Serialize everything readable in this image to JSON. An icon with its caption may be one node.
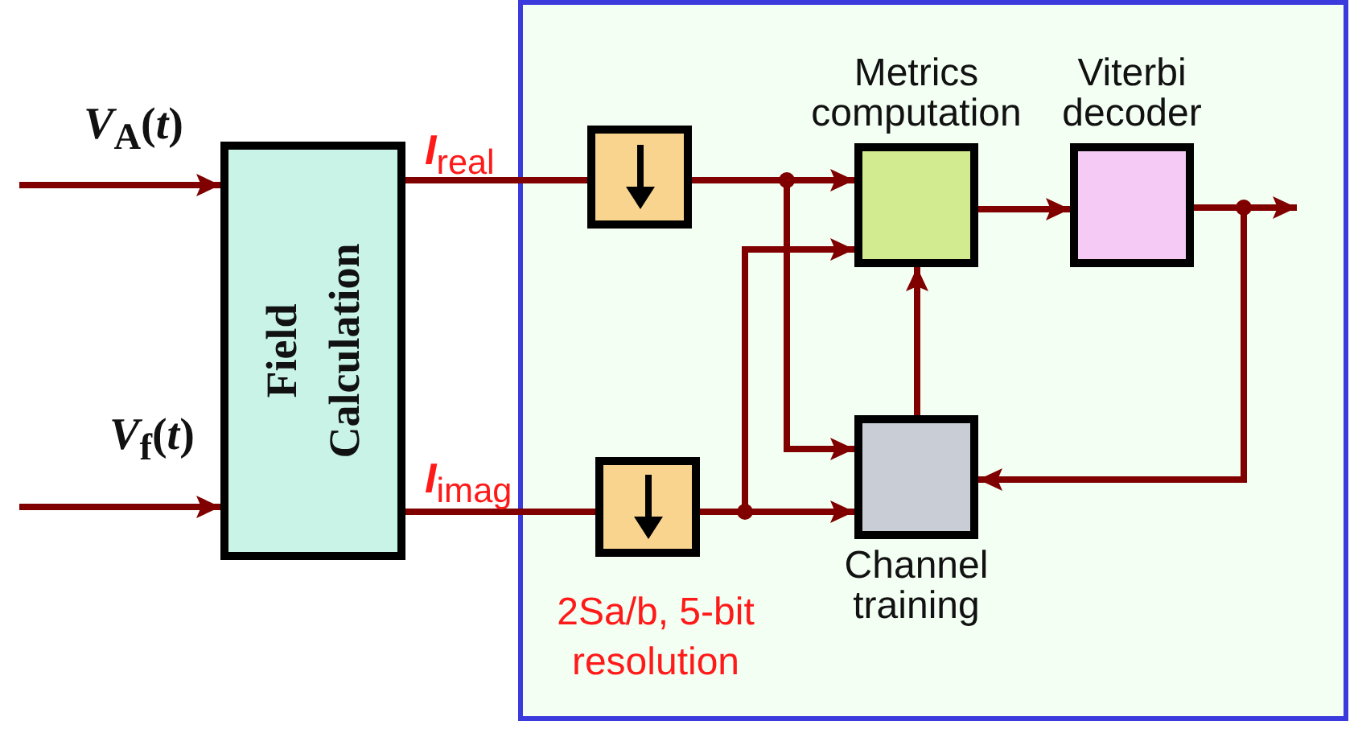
{
  "diagram": {
    "nodes": [
      {
        "text": [],
        "shape": "box"
      },
      {
        "text": [
          "Field Calculation"
        ]
      },
      {
        "text": [],
        "shape": "box",
        "in": 0
      },
      {
        "text": [],
        "shape": "box",
        "in": 0,
        "beside": [
          "2Sa/b, 5-bit resolution"
        ]
      },
      {
        "text": [
          "Metrics computation"
        ],
        "in": 0
      },
      {
        "text": [
          "Viterbi decoder"
        ],
        "in": 0
      },
      {
        "text": [
          "Channel training"
        ],
        "in": 0
      }
    ],
    "edges": [
      {
        "from": null,
        "to": 1,
        "arrow": "to",
        "label": "*V*$_{A}$(*t*)"
      },
      {
        "from": null,
        "to": 1,
        "arrow": "to",
        "label": "*V*$_{f}$(*t*)"
      },
      {
        "from": 1,
        "to": 2,
        "arrow": "none",
        "label": "*I*$_{real}$"
      },
      {
        "from": 1,
        "to": 3,
        "arrow": "none",
        "label": "*I*$_{imag}$"
      },
      {
        "from": 2,
        "to": 4,
        "arrow": "to"
      },
      {
        "from": 2,
        "to": 6,
        "arrow": "to"
      },
      {
        "from": 3,
        "to": 6,
        "arrow": "to"
      },
      {
        "from": 3,
        "to": 4,
        "arrow": "to"
      },
      {
        "from": 6,
        "to": 4,
        "arrow": "to"
      },
      {
        "from": 4,
        "to": 5,
        "arrow": "to"
      },
      {
        "from": 5,
        "to": null,
        "arrow": "to"
      },
      {
        "from": 5,
        "to": 6,
        "arrow": "to"
      }
    ]
  }
}
